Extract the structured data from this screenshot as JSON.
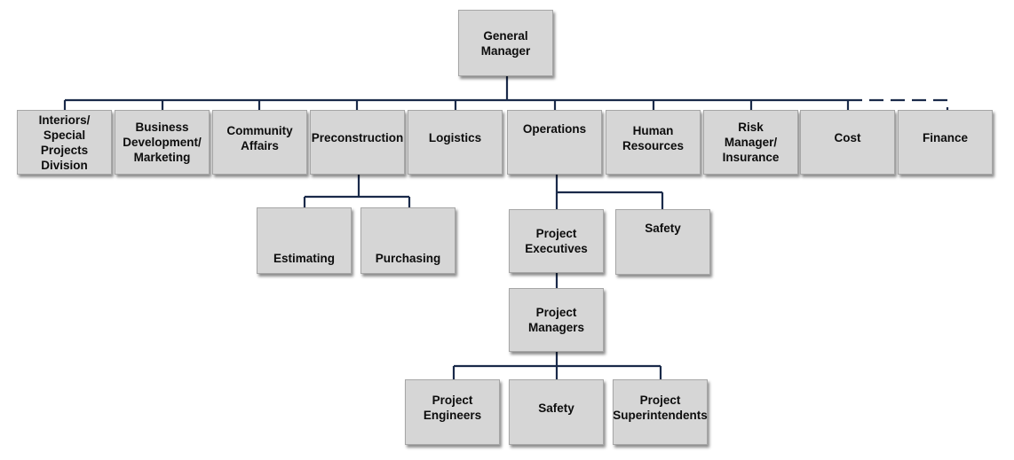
{
  "colors": {
    "line": "#1a2a4a",
    "box_fill": "#d6d6d6",
    "box_border": "#a6a6a6",
    "text": "#0d0d0d"
  },
  "nodes": {
    "general_manager": "General\nManager",
    "interiors": "Interiors/\nSpecial Projects\nDivision",
    "business_development": "Business\nDevelopment/\nMarketing",
    "community_affairs": "Community\nAffairs",
    "preconstruction": "Preconstruction",
    "logistics": "Logistics",
    "operations": "Operations",
    "human_resources": "Human\nResources",
    "risk_manager": "Risk\nManager/\nInsurance",
    "cost": "Cost",
    "finance": "Finance",
    "estimating": "Estimating",
    "purchasing": "Purchasing",
    "project_executives": "Project\nExecutives",
    "safety_ops": "Safety",
    "project_managers": "Project\nManagers",
    "project_engineers": "Project\nEngineers",
    "safety_pm": "Safety",
    "project_superintendents": "Project\nSuperintendents"
  }
}
